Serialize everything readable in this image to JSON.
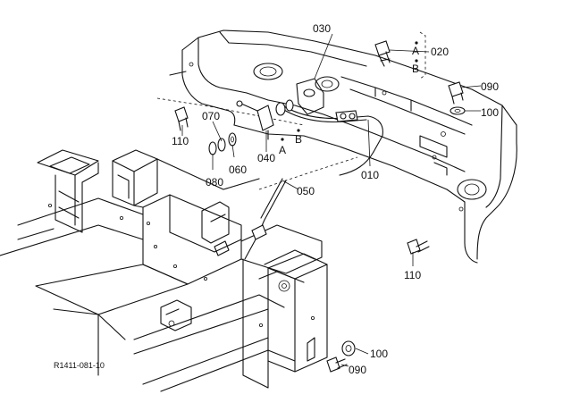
{
  "diagram": {
    "reference_code": "R1411-081-10",
    "callouts": {
      "c010": "010",
      "c020": "020",
      "c030": "030",
      "c040": "040",
      "c050": "050",
      "c060": "060",
      "c070": "070",
      "c080": "080",
      "c090_top": "090",
      "c090_bottom": "090",
      "c100_top": "100",
      "c100_bottom": "100",
      "c110_left": "110",
      "c110_right": "110"
    },
    "markers": {
      "a_bracket": "A",
      "b_bracket": "B",
      "a_part": "A",
      "b_part": "B"
    }
  }
}
